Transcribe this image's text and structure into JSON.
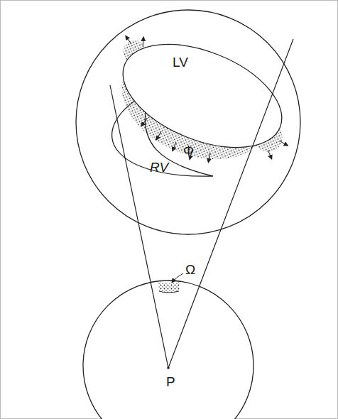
{
  "diagram": {
    "nodes": [
      {
        "text": [
          "LV"
        ]
      },
      {
        "text": [
          "RV"
        ]
      },
      {
        "text": [
          "P"
        ]
      }
    ],
    "labels": [
      "Φ",
      "Ω"
    ]
  }
}
